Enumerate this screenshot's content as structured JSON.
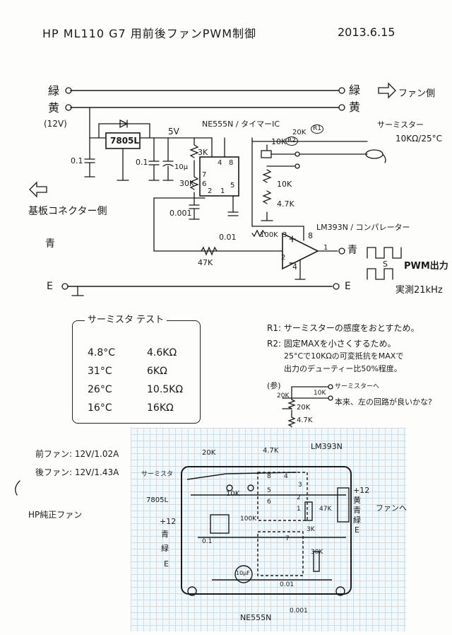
{
  "header": {
    "title": "HP ML110 G7 用前後ファンPWM制御",
    "date": "2013.6.15"
  },
  "left_labels": {
    "green": "緑",
    "yellow": "黄",
    "voltage": "(12V)",
    "board_connector": "基板コネクター側",
    "blue": "青",
    "ground": "E"
  },
  "right_labels": {
    "green": "緑",
    "yellow": "黄",
    "fan_side": "ファン側",
    "blue": "青",
    "ground": "E"
  },
  "schematic": {
    "regulator": "7805L",
    "v5": "5V",
    "timer": "NE555N / タイマーIC",
    "comparator": "LM393N / コンパレーター",
    "caps": {
      "c1": "0.1",
      "c2": "0.1",
      "c3": "10μ",
      "c4": "0.001",
      "c5": "0.01"
    },
    "res": {
      "r3k": "3K",
      "r30k": "30K",
      "r47k": "47K",
      "r100k": "100K",
      "r20k": "20K",
      "r10k_var": "10K",
      "r10k": "10K",
      "r4k7": "4.7K"
    },
    "r1_tag": "R1",
    "r2_tag": "R2",
    "pins555": {
      "p4": "4",
      "p8": "8",
      "p7": "7",
      "p6": "6",
      "p2": "2",
      "p1": "1",
      "p5": "5"
    },
    "pins393": {
      "p8": "8",
      "p3": "3",
      "p2": "2",
      "p4": "4",
      "p1": "1"
    },
    "thermistor_label": "サーミスター",
    "thermistor_spec": "10KΩ/25°C",
    "output": "PWM出力",
    "measured": "実測21kHz",
    "period_s": "S"
  },
  "thermistor_test": {
    "title": "サーミスタ テスト",
    "rows": [
      {
        "temp": "4.8°C",
        "res": "4.6KΩ"
      },
      {
        "temp": "31°C",
        "res": "6KΩ"
      },
      {
        "temp": "26°C",
        "res": "10.5KΩ"
      },
      {
        "temp": "16°C",
        "res": "16KΩ"
      }
    ]
  },
  "notes": {
    "r1": "R1: サーミスターの感度をおとすため。",
    "r2_l1": "R2: 固定MAXを小さくするため。",
    "r2_l2": "25°Cで10KΩの可変抵抗をMAXで",
    "r2_l3": "出力のデューティー比50%程度。",
    "alt_tag": "(参)",
    "alt_20k": "20K",
    "alt_10k": "10K",
    "alt_20k_b": "20K",
    "alt_4k7": "4.7K",
    "alt_to": "サーミスターへ",
    "alt_comment": "本来、左の回路が良いかな?"
  },
  "fans": {
    "front": "前ファン: 12V/1.02A",
    "rear": "後ファン: 12V/1.43A",
    "brand": "HP純正ファン"
  },
  "board": {
    "thermistor": "サーミスタ",
    "r20k": "20K",
    "r4k7": "4.7K",
    "lm393": "LM393N",
    "reg": "7805L",
    "k10": "10K",
    "k100": "100K",
    "k3": "3K",
    "k47": "47K",
    "k30": "30K",
    "v12": "+12",
    "blue": "青",
    "green": "緑",
    "e": "E",
    "v12_r": "+12",
    "yellow_r": "黄",
    "blue_r": "青",
    "green_r": "緑",
    "e_r": "E",
    "to_fan": "ファンへ",
    "c01": "0.1",
    "c10u": "10μF",
    "c001": "0.01",
    "c0001": "0.001",
    "ne555": "NE555N",
    "p8": "8",
    "p5": "5",
    "p4": "4",
    "p6": "6",
    "p3": "3",
    "p7": "7",
    "p2": "2",
    "p1": "1"
  }
}
